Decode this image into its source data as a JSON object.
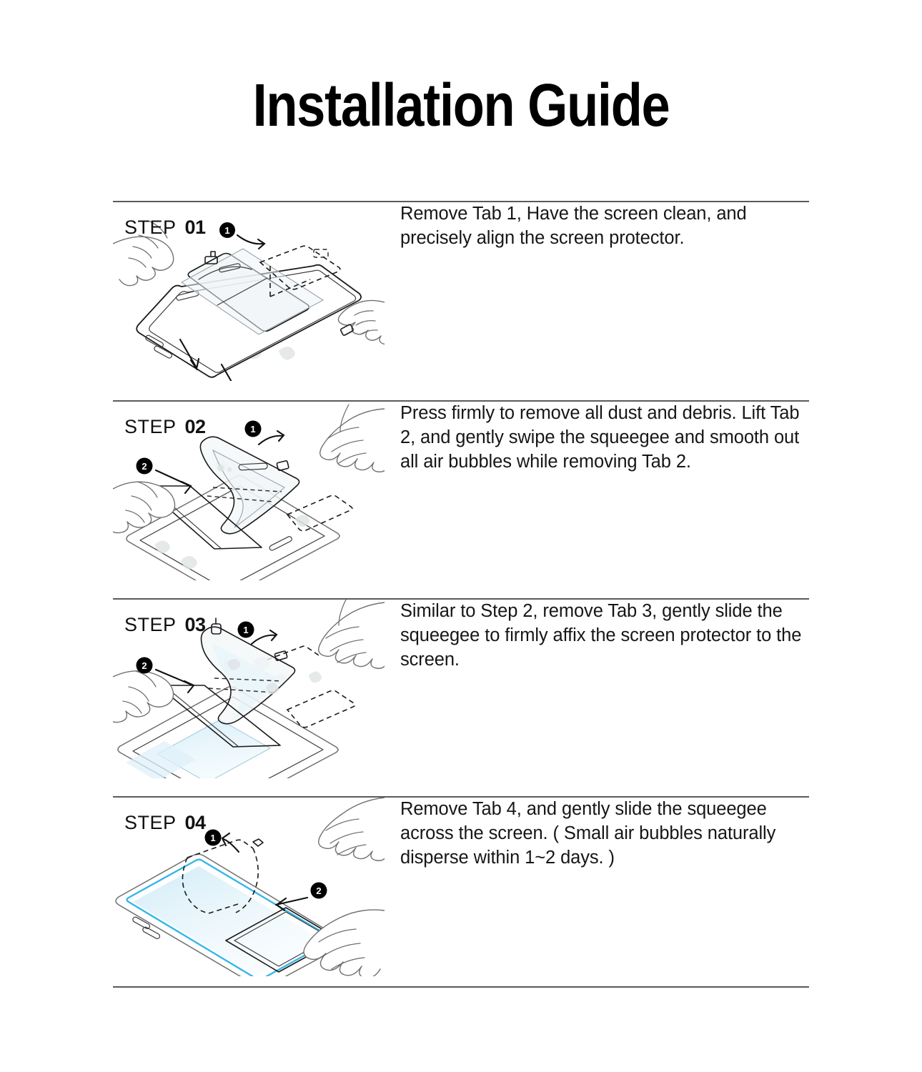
{
  "document": {
    "title": "Installation Guide"
  },
  "labels": {
    "step_word": "STEP"
  },
  "steps": [
    {
      "number": "01",
      "label": "STEP",
      "description": "Remove Tab 1, Have the screen clean, and precisely align the screen protector.",
      "callouts": [
        "1"
      ],
      "illustration": "hand-peeling-tab-1-aligning-protector-over-phone"
    },
    {
      "number": "02",
      "label": "STEP",
      "description": "Press firmly to remove all dust and debris. Lift Tab 2, and gently swipe the squeegee and smooth out all air bubbles while removing Tab 2.",
      "callouts": [
        "1",
        "2"
      ],
      "illustration": "hands-lifting-tab-2-and-swiping-squeegee"
    },
    {
      "number": "03",
      "label": "STEP",
      "description": "Similar to Step 2, remove Tab 3, gently slide the squeegee to firmly affix the screen protector to the screen.",
      "callouts": [
        "1",
        "2"
      ],
      "illustration": "hands-removing-tab-3-sliding-squeegee"
    },
    {
      "number": "04",
      "label": "STEP",
      "description": "Remove Tab 4, and gently slide the squeegee across the screen. ( Small air bubbles naturally disperse within 1~2 days. )",
      "callouts": [
        "1",
        "2"
      ],
      "illustration": "hand-removing-tab-4-squeegee-across-screen"
    }
  ],
  "colors": {
    "text": "#161616",
    "divider": "#5a5a5a",
    "screen_glow": "#35b6e8",
    "film_tint": "#e7f4fa",
    "background": "#ffffff"
  }
}
